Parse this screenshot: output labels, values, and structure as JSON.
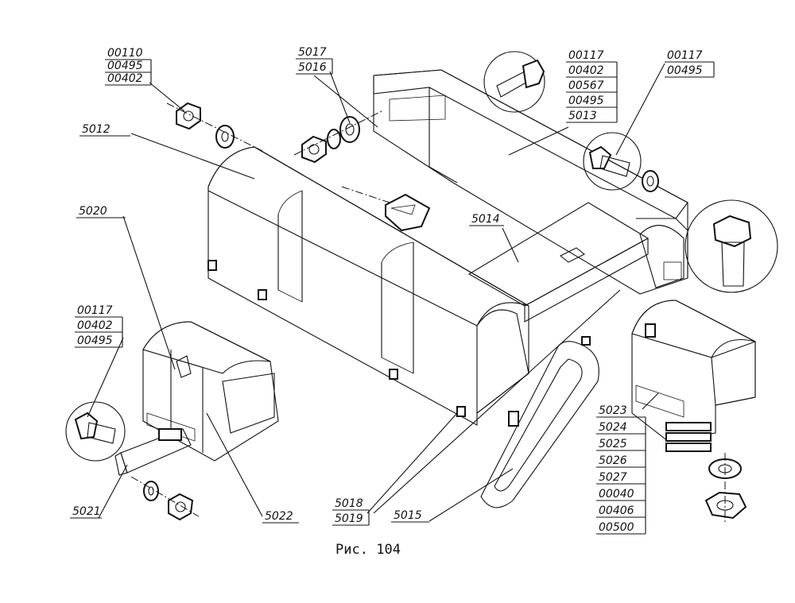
{
  "figure": {
    "caption": "Рис. 104",
    "callouts": [
      {
        "id": "c1",
        "labels": [
          "00110",
          "00495",
          "00402"
        ]
      },
      {
        "id": "c2",
        "labels": [
          "5017",
          "5016"
        ]
      },
      {
        "id": "c3",
        "labels": [
          "00117",
          "00402",
          "00567",
          "00495",
          "5013"
        ]
      },
      {
        "id": "c4",
        "labels": [
          "00117",
          "00495"
        ]
      },
      {
        "id": "c5",
        "labels": [
          "5012"
        ]
      },
      {
        "id": "c6",
        "labels": [
          "5020"
        ]
      },
      {
        "id": "c7",
        "labels": [
          "5014"
        ]
      },
      {
        "id": "c8",
        "labels": [
          "00117",
          "00402",
          "00495"
        ]
      },
      {
        "id": "c9",
        "labels": [
          "5021"
        ]
      },
      {
        "id": "c10",
        "labels": [
          "5022"
        ]
      },
      {
        "id": "c11",
        "labels": [
          "5018",
          "5019"
        ]
      },
      {
        "id": "c12",
        "labels": [
          "5015"
        ]
      },
      {
        "id": "c13",
        "labels": [
          "5023",
          "5024",
          "5025",
          "5026",
          "5027",
          "00040",
          "00406",
          "00500"
        ]
      }
    ]
  }
}
